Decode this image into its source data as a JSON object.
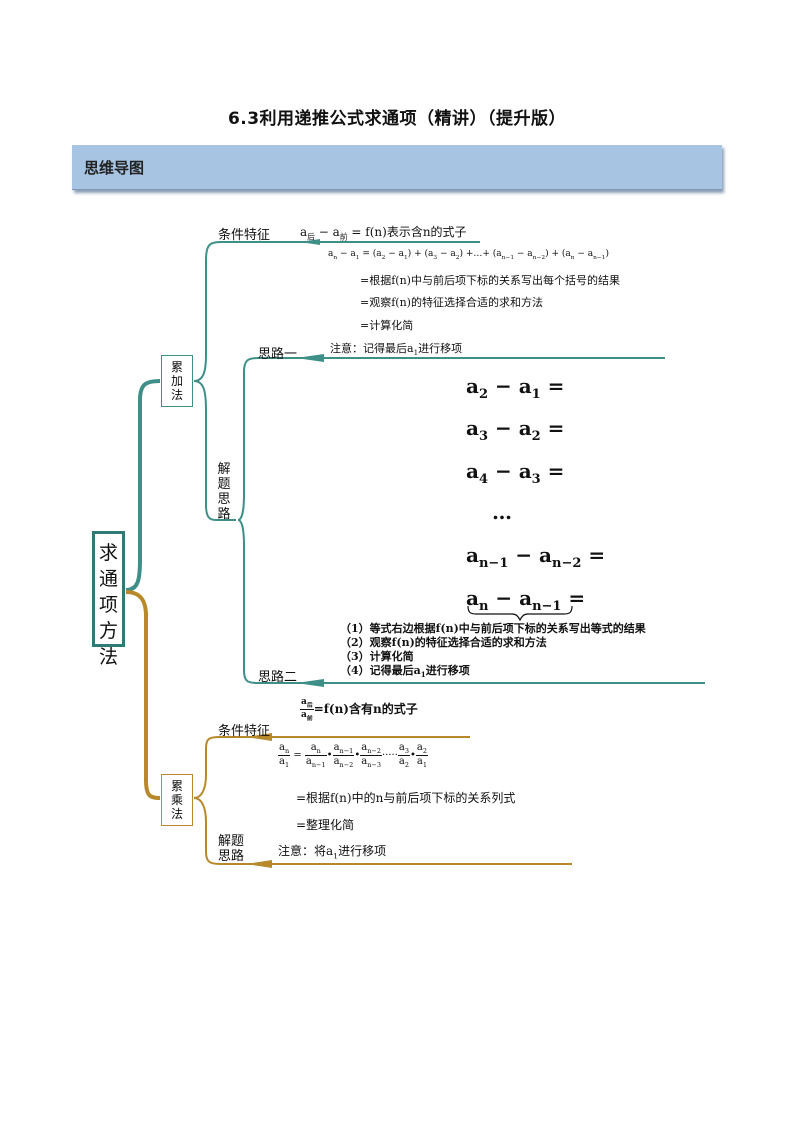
{
  "document": {
    "title": "6.3利用递推公式求通项（精讲）（提升版）",
    "section_banner": "思维导图"
  },
  "colors": {
    "teal": "#3f8f89",
    "gold": "#b8892a",
    "banner": "#a7c4e2"
  },
  "root": {
    "chars": [
      "求",
      "通",
      "项",
      "方",
      "法"
    ]
  },
  "addition": {
    "method_chars": [
      "累",
      "加",
      "法"
    ],
    "condition_label": "条件特征",
    "condition_expr_text": "表示含n的式子",
    "sum_expr_prefix": "=根据f(n)中与前后项下标的关系写出每个括号的结果",
    "step_observe": "=观察f(n)的特征选择合适的求和方法",
    "step_compute": "=计算化简",
    "solve_chars": [
      "解",
      "题",
      "思",
      "路"
    ],
    "idea1_label": "思路一",
    "idea1_note_prefix": "注意：记得最后",
    "idea1_note_suffix": "进行移项",
    "idea2_label": "思路二",
    "idea2_steps": [
      "（1）等式右边根据f(n)中与前后项下标的关系写出等式的结果",
      "（2）观察f(n)的特征选择合适的求和方法",
      "（3）计算化简",
      "（4）记得最后"
    ],
    "idea2_step4_suffix": "进行移项",
    "ellipsis": "…"
  },
  "multiplication": {
    "method_chars": [
      "累",
      "乘",
      "法"
    ],
    "condition_label": "条件特征",
    "condition_text": "=f(n)含有n的式子",
    "step_relation": "=根据f(n)中的n与前后项下标的关系列式",
    "step_simplify": "=整理化简",
    "solve_label_1": "解题",
    "solve_label_2": "思路",
    "note_prefix": "注意：将",
    "note_suffix": "进行移项"
  }
}
